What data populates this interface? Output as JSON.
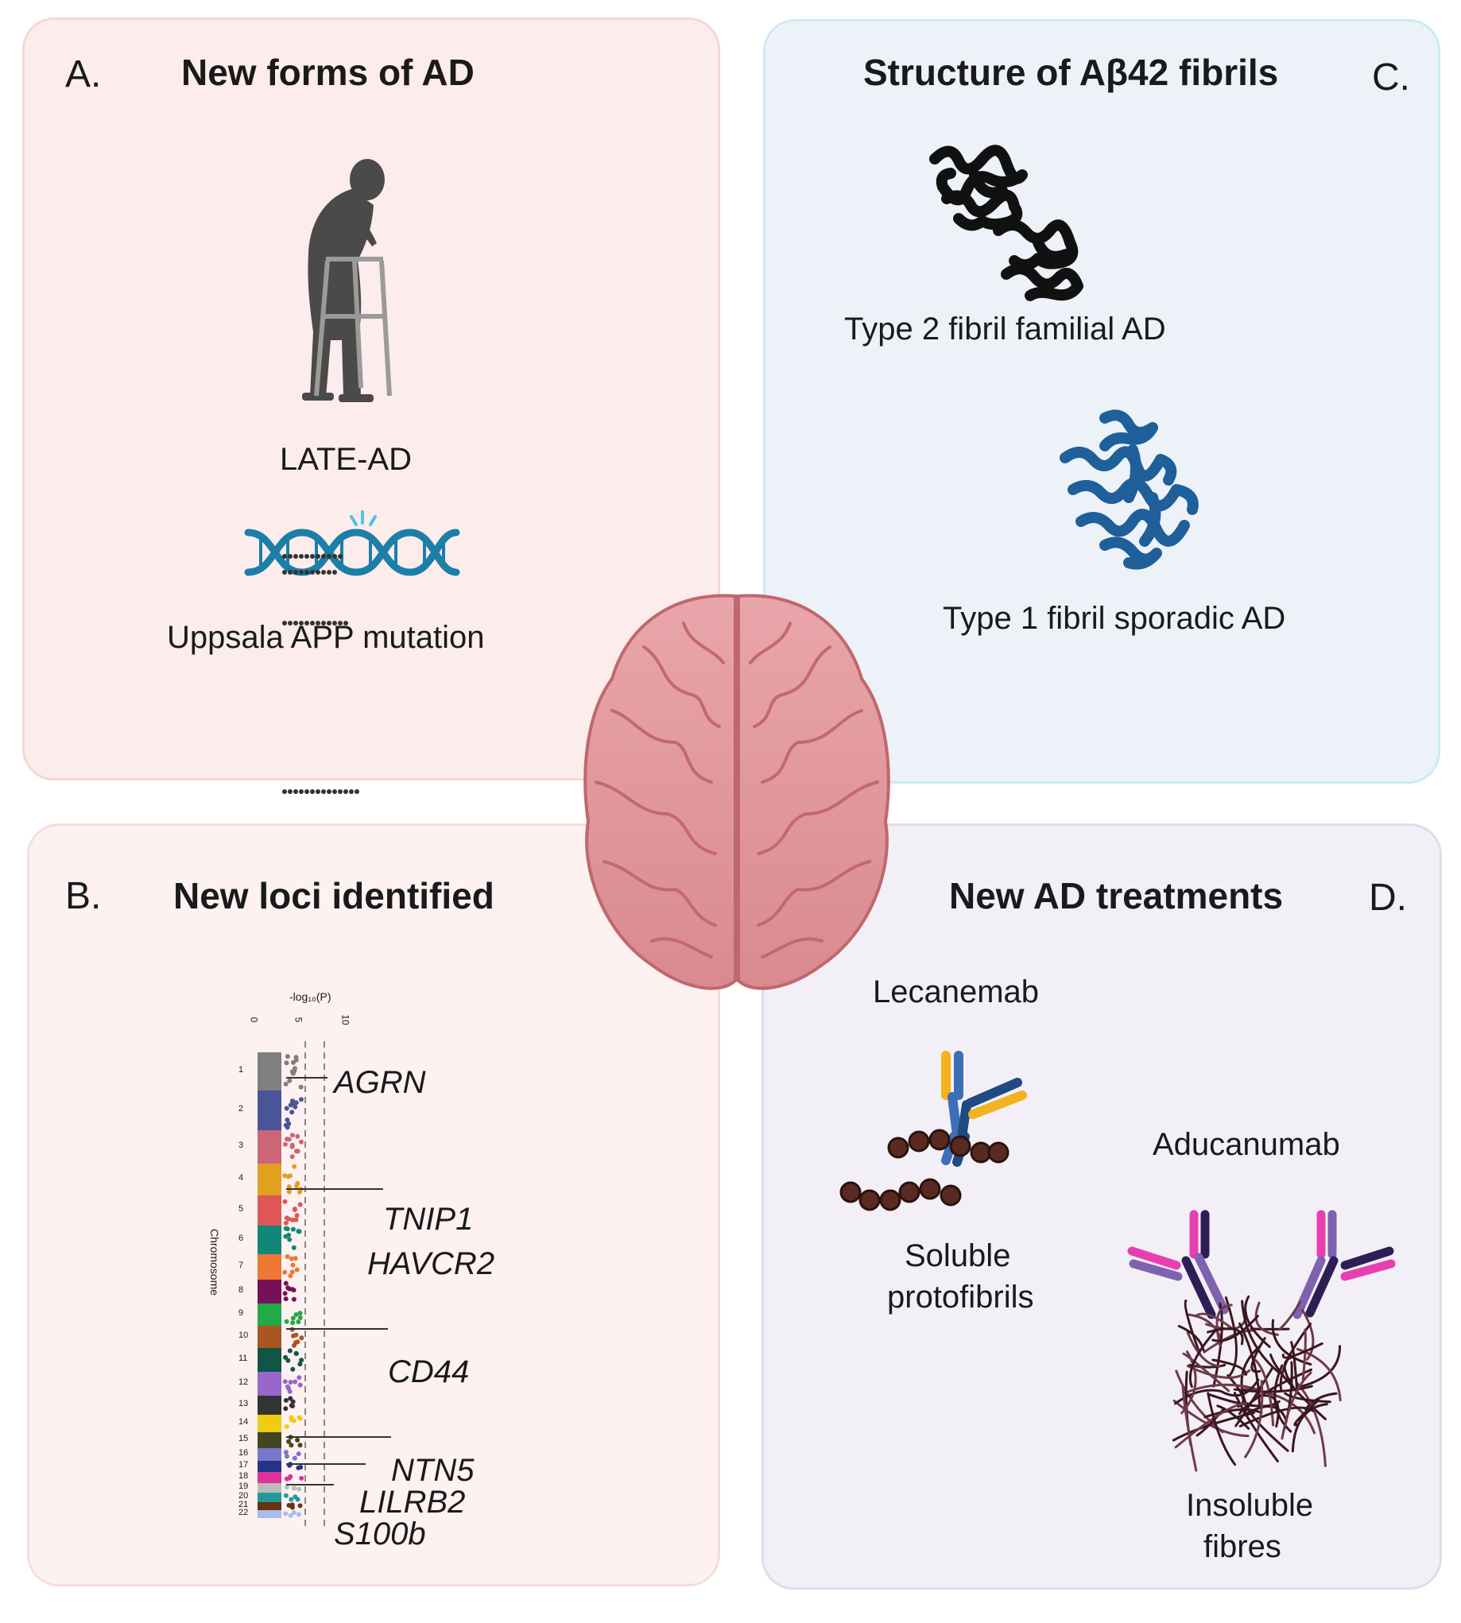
{
  "panel_a": {
    "letter": "A.",
    "title": "New forms of AD",
    "label_late": "LATE-AD",
    "label_uppsala": "Uppsala APP mutation"
  },
  "panel_b": {
    "letter": "B.",
    "title": "New loci identified",
    "plot": {
      "y_axis_title": "-log₁₀(P)",
      "x_axis_title": "Chromosome",
      "ticks": [
        "0",
        "5",
        "10"
      ],
      "chromosomes": [
        "1",
        "2",
        "3",
        "4",
        "5",
        "6",
        "7",
        "8",
        "9",
        "10",
        "11",
        "12",
        "13",
        "14",
        "15",
        "16",
        "17",
        "18",
        "19",
        "20",
        "21",
        "22"
      ],
      "genes": [
        "AGRN",
        "TNIP1",
        "HAVCR2",
        "CD44",
        "NTN5",
        "LILRB2",
        "S100b"
      ]
    }
  },
  "panel_c": {
    "letter": "C.",
    "title": "Structure of Aβ42 fibrils",
    "label_type2": "Type 2 fibril familial AD",
    "label_type1": "Type 1 fibril sporadic AD"
  },
  "panel_d": {
    "letter": "D.",
    "title": "New AD treatments",
    "label_lecanemab": "Lecanemab",
    "label_soluble_1": "Soluble",
    "label_soluble_2": "protofibrils",
    "label_aducanumab": "Aducanumab",
    "label_insoluble_1": "Insoluble",
    "label_insoluble_2": "fibres"
  },
  "colors": {
    "chromosomes": [
      "#7f7f7f",
      "#4a5599",
      "#cc6677",
      "#e0a020",
      "#e05555",
      "#118877",
      "#ee7733",
      "#771155",
      "#22aa44",
      "#aa5522",
      "#115544",
      "#9966cc",
      "#333333",
      "#eecc11",
      "#444422",
      "#7777cc",
      "#223388",
      "#dd3399",
      "#bbbbbb",
      "#229999",
      "#663311",
      "#aabbee"
    ],
    "dna": "#1b7fa8",
    "fibril_type2": "#111111",
    "fibril_type1": "#1f5f9a",
    "brain": "#e8a0a4"
  }
}
